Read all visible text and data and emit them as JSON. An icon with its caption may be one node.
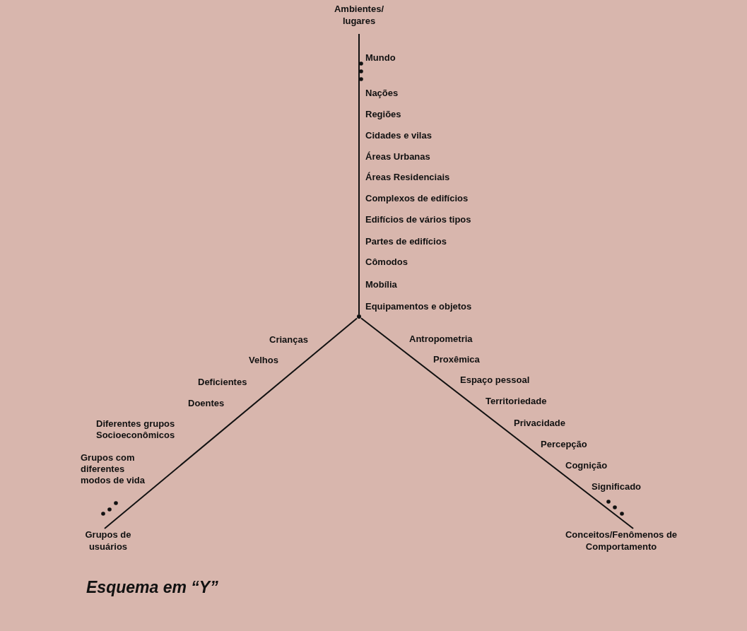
{
  "diagram": {
    "caption": "Esquema em “Y”",
    "nodes": [
      {
        "text": [
          "Ambientes/ lugares"
        ]
      },
      {
        "text": [
          "Grupos de usuários"
        ]
      },
      {
        "text": [
          "Conceitos/Fenômenos de Comportamento"
        ]
      },
      {
        "text": [],
        "shape": "point"
      }
    ],
    "edges": [
      {
        "from": 3,
        "to": 0,
        "arrow": "none"
      },
      {
        "from": 3,
        "to": 1,
        "arrow": "none"
      },
      {
        "from": 3,
        "to": 2,
        "arrow": "none"
      }
    ],
    "labels": [
      "Mundo",
      "Nações",
      "Regiões",
      "Cidades e vilas",
      "Áreas Urbanas",
      "Áreas Residenciais",
      "Complexos de edifícios",
      "Edifícios de vários tipos",
      "Partes de edifícios",
      "Cômodos",
      "Mobília",
      "Equipamentos e objetos",
      "Crianças",
      "Velhos",
      "Deficientes",
      "Doentes",
      "Diferentes grupos Socioeconômicos",
      "Grupos com diferentes modos de vida",
      "Antropometria",
      "Proxêmica",
      "Espaço pessoal",
      "Territoriedade",
      "Privacidade",
      "Percepção",
      "Cognição",
      "Significado"
    ]
  }
}
